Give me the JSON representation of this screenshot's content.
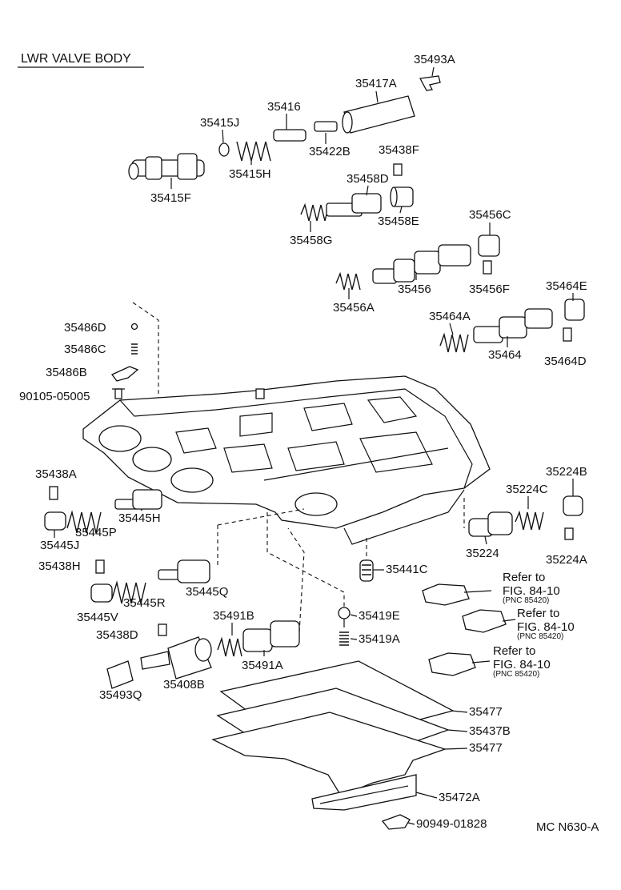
{
  "title": "LWR VALVE BODY",
  "figure_code": "MC N630-A",
  "parts": [
    {
      "id": "p35493A",
      "label": "35493A"
    },
    {
      "id": "p35417A",
      "label": "35417A"
    },
    {
      "id": "p35416",
      "label": "35416"
    },
    {
      "id": "p35415J",
      "label": "35415J"
    },
    {
      "id": "p35422B",
      "label": "35422B"
    },
    {
      "id": "p35438F",
      "label": "35438F"
    },
    {
      "id": "p35415H",
      "label": "35415H"
    },
    {
      "id": "p35415F",
      "label": "35415F"
    },
    {
      "id": "p35458D",
      "label": "35458D"
    },
    {
      "id": "p35458E",
      "label": "35458E"
    },
    {
      "id": "p35458G",
      "label": "35458G"
    },
    {
      "id": "p35456C",
      "label": "35456C"
    },
    {
      "id": "p35456",
      "label": "35456"
    },
    {
      "id": "p35456F",
      "label": "35456F"
    },
    {
      "id": "p35456A",
      "label": "35456A"
    },
    {
      "id": "p35464E",
      "label": "35464E"
    },
    {
      "id": "p35464A",
      "label": "35464A"
    },
    {
      "id": "p35464",
      "label": "35464"
    },
    {
      "id": "p35464D",
      "label": "35464D"
    },
    {
      "id": "p35486D",
      "label": "35486D"
    },
    {
      "id": "p35486C",
      "label": "35486C"
    },
    {
      "id": "p35486B",
      "label": "35486B"
    },
    {
      "id": "p90105",
      "label": "90105-05005"
    },
    {
      "id": "p35438A",
      "label": "35438A"
    },
    {
      "id": "p35445H",
      "label": "35445H"
    },
    {
      "id": "p35445P",
      "label": "35445P"
    },
    {
      "id": "p35445J",
      "label": "35445J"
    },
    {
      "id": "p35438H",
      "label": "35438H"
    },
    {
      "id": "p35445R",
      "label": "35445R"
    },
    {
      "id": "p35445Q",
      "label": "35445Q"
    },
    {
      "id": "p35445V",
      "label": "35445V"
    },
    {
      "id": "p35224B",
      "label": "35224B"
    },
    {
      "id": "p35224C",
      "label": "35224C"
    },
    {
      "id": "p35224",
      "label": "35224"
    },
    {
      "id": "p35224A",
      "label": "35224A"
    },
    {
      "id": "p35441C",
      "label": "35441C"
    },
    {
      "id": "p35491B",
      "label": "35491B"
    },
    {
      "id": "p35419E",
      "label": "35419E"
    },
    {
      "id": "p35419A",
      "label": "35419A"
    },
    {
      "id": "p35438D",
      "label": "35438D"
    },
    {
      "id": "p35491A",
      "label": "35491A"
    },
    {
      "id": "p35408B",
      "label": "35408B"
    },
    {
      "id": "p35493Q",
      "label": "35493Q"
    },
    {
      "id": "p35477a",
      "label": "35477"
    },
    {
      "id": "p35437B",
      "label": "35437B"
    },
    {
      "id": "p35477b",
      "label": "35477"
    },
    {
      "id": "p35472A",
      "label": "35472A"
    },
    {
      "id": "p90949",
      "label": "90949-01828"
    }
  ],
  "refs": [
    {
      "l1": "Refer to",
      "l2": "FIG. 84-10",
      "l3": "(PNC 85420)"
    },
    {
      "l1": "Refer to",
      "l2": "FIG. 84-10",
      "l3": "(PNC 85420)"
    },
    {
      "l1": "Refer to",
      "l2": "FIG. 84-10",
      "l3": "(PNC 85420)"
    }
  ]
}
